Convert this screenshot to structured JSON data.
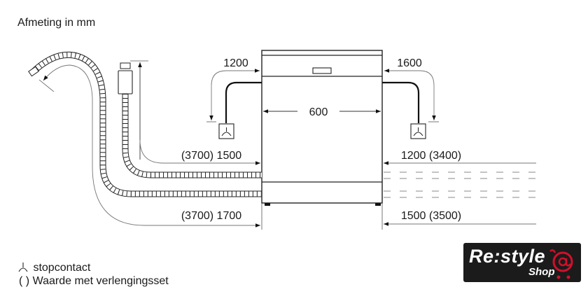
{
  "title": "Afmeting in mm",
  "dimensions": {
    "width": "600",
    "power_cord_left": "1200",
    "power_cord_right": "1600",
    "hose_upper_left": "(3700) 1500",
    "hose_lower_left": "(3700) 1700",
    "hose_upper_right": "1200 (3400)",
    "hose_lower_right": "1500 (3500)"
  },
  "legend": {
    "socket_label": "stopcontact",
    "socket_symbol": "socket-symbol",
    "extension_symbol": "( )",
    "extension_label": "Waarde met verlengingsset"
  },
  "logo": {
    "brand": "Re:style",
    "sub": "Shop",
    "accent_color": "#d0102b"
  }
}
